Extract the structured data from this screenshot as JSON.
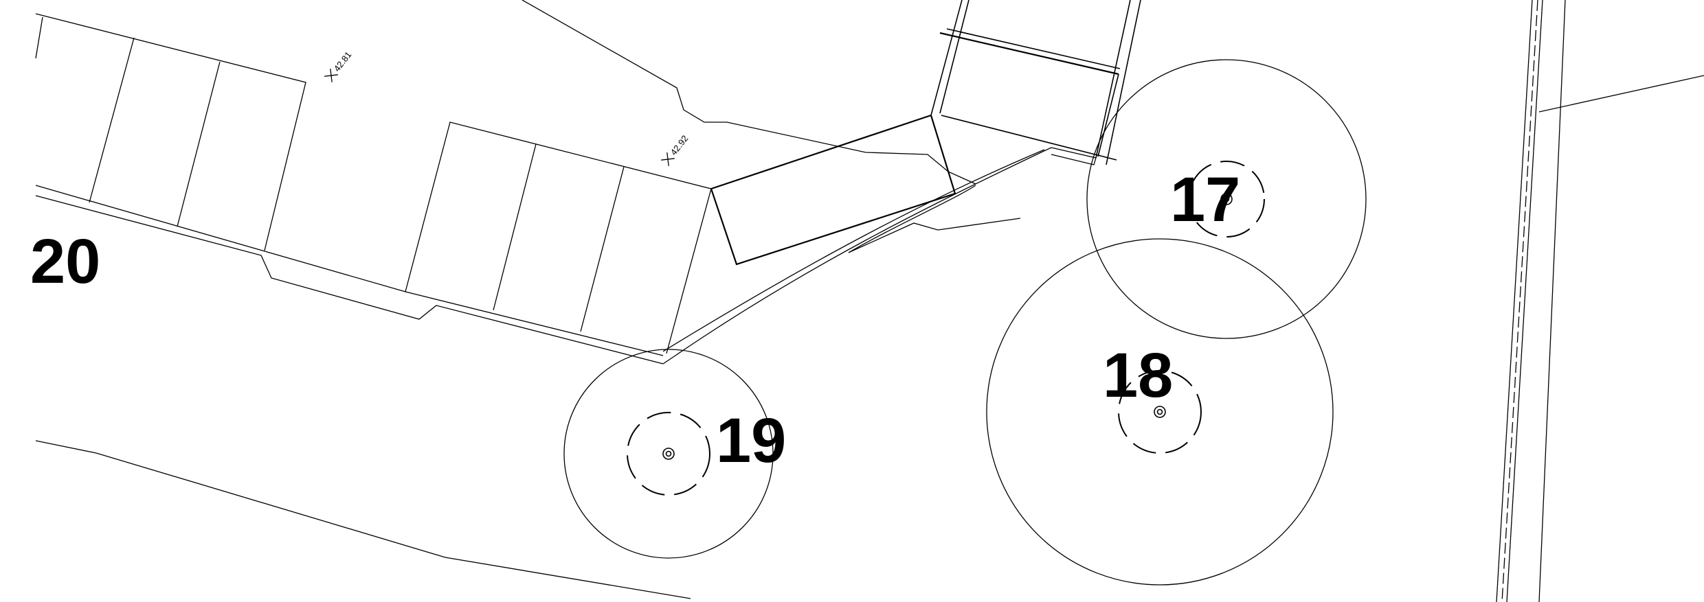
{
  "trees": [
    {
      "number": "17"
    },
    {
      "number": "18"
    },
    {
      "number": "19"
    }
  ],
  "plot_labels": [
    {
      "number": "20"
    }
  ],
  "spot_levels": [
    {
      "value": "42.81"
    },
    {
      "value": "42.92"
    }
  ]
}
